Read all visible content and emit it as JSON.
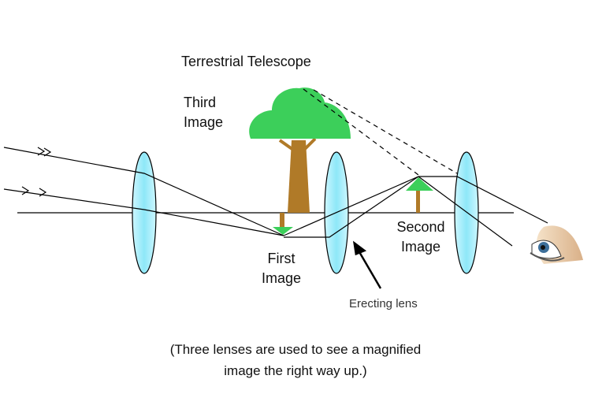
{
  "title": "Terrestrial Telescope",
  "labels": {
    "third_image": [
      "Third",
      "Image"
    ],
    "first_image": [
      "First",
      "Image"
    ],
    "second_image": [
      "Second",
      "Image"
    ],
    "erecting_lens": "Erecting lens"
  },
  "caption": [
    "(Three lenses are used to see a magnified",
    "image the right way up.)"
  ],
  "colors": {
    "lens": "#8ee8f8",
    "leaf": "#3ccf5a",
    "trunk": "#b07a28"
  }
}
